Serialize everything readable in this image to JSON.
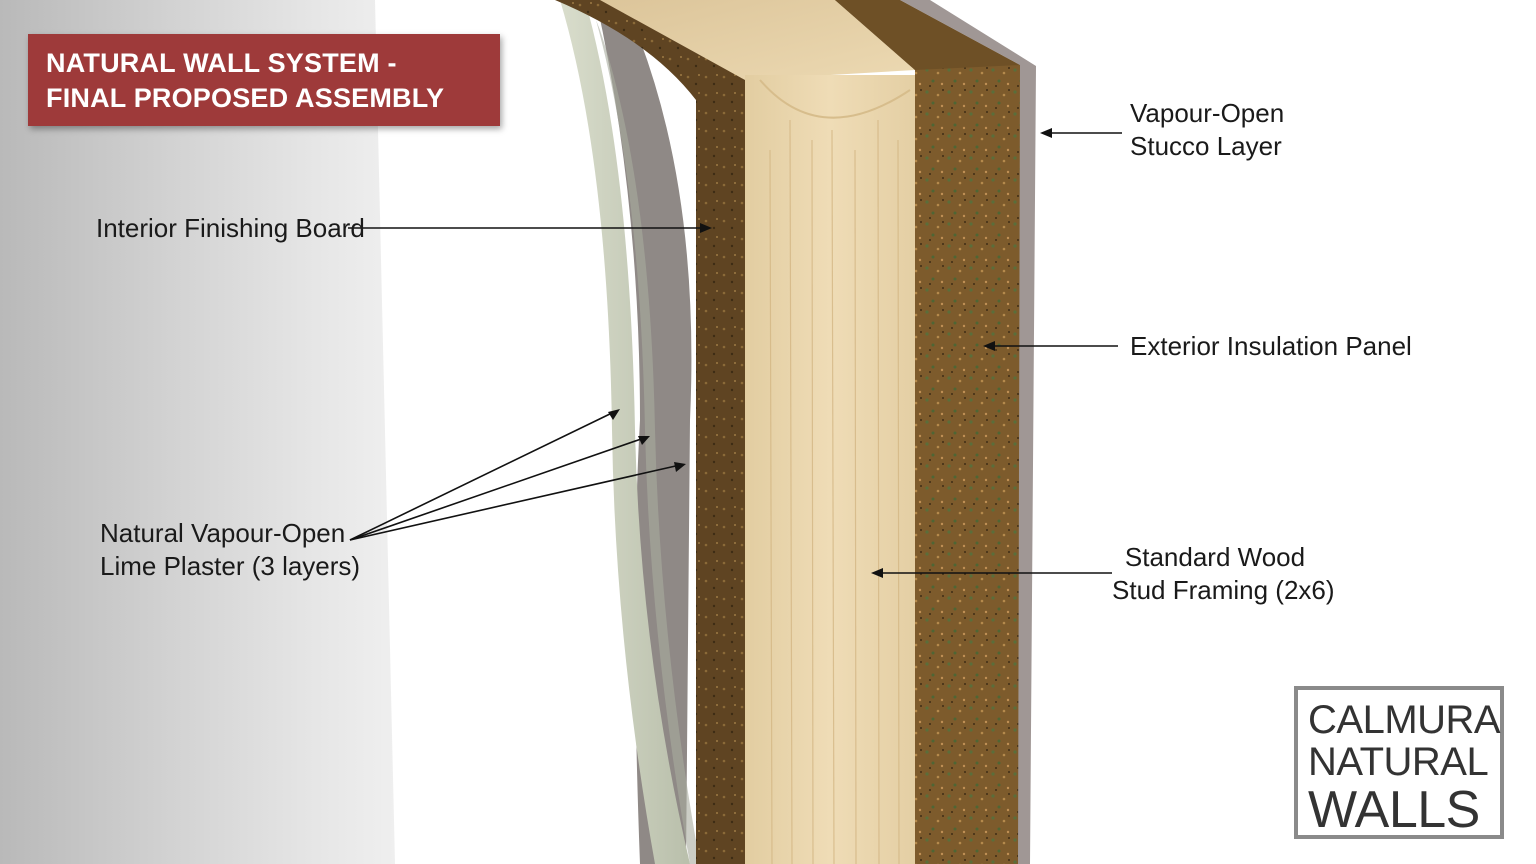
{
  "title": {
    "line1": "NATURAL WALL SYSTEM -",
    "line2": "FINAL PROPOSED ASSEMBLY"
  },
  "labels": {
    "stucco": {
      "line1": "Vapour-Open",
      "line2": "Stucco Layer"
    },
    "interior_board": "Interior Finishing Board",
    "insulation": "Exterior Insulation Panel",
    "plaster": {
      "line1": "Natural Vapour-Open",
      "line2": "Lime Plaster (3 layers)"
    },
    "stud": {
      "line1": "Standard Wood",
      "line2": "Stud Framing (2x6)"
    }
  },
  "logo": {
    "line1": "CALMURA",
    "line2": "NATURAL",
    "line3": "WALLS"
  },
  "colors": {
    "title_bg": "#9e3a3a",
    "stud_wood": "#e9d6ae",
    "insulation": "#7a5a2e",
    "plaster": "#c9cfbd",
    "stucco": "#a39a98",
    "leader_line": "#111111"
  }
}
